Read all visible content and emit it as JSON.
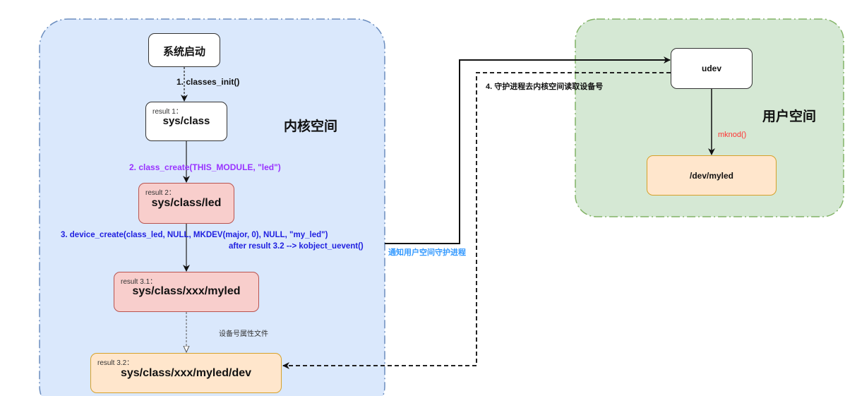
{
  "regions": {
    "kernel": {
      "title": "内核空间",
      "fill": "#dae8fc",
      "stroke": "#6c8ebf"
    },
    "user": {
      "title": "用户空间",
      "fill": "#d5e8d4",
      "stroke": "#82b366"
    }
  },
  "nodes": {
    "boot": {
      "title": "系统启动"
    },
    "result1": {
      "sub": "result 1：",
      "title": "sys/class"
    },
    "result2": {
      "sub": "result 2：",
      "title": "sys/class/led"
    },
    "result31": {
      "sub": "result 3.1：",
      "title": "sys/class/xxx/myled"
    },
    "result32": {
      "sub": "result 3.2：",
      "title": "sys/class/xxx/myled/dev"
    },
    "udev": {
      "title": "udev"
    },
    "devmyled": {
      "title": "/dev/myled"
    }
  },
  "edges": {
    "step1": {
      "label": "1. classes_init()",
      "color": "#111111"
    },
    "step2": {
      "label": "2. class_create(THIS_MODULE, \"led\")",
      "color": "#9933ff"
    },
    "step3": {
      "label": "3. device_create(class_led, NULL, MKDEV(major, 0), NULL, \"my_led\")",
      "color": "#1f1fe0"
    },
    "step3_after": {
      "label": "after result 3.2  --> kobject_uevent()",
      "color": "#1f1fe0"
    },
    "attr_file": {
      "label": "设备号属性文件",
      "color": "#333333"
    },
    "notify": {
      "label": "通知用户空间守护进程",
      "color": "#3399ff"
    },
    "step4": {
      "label": "4. 守护进程去内核空间读取设备号",
      "color": "#111111"
    },
    "mknod": {
      "label": "mknod()",
      "color": "#ff3333"
    }
  }
}
